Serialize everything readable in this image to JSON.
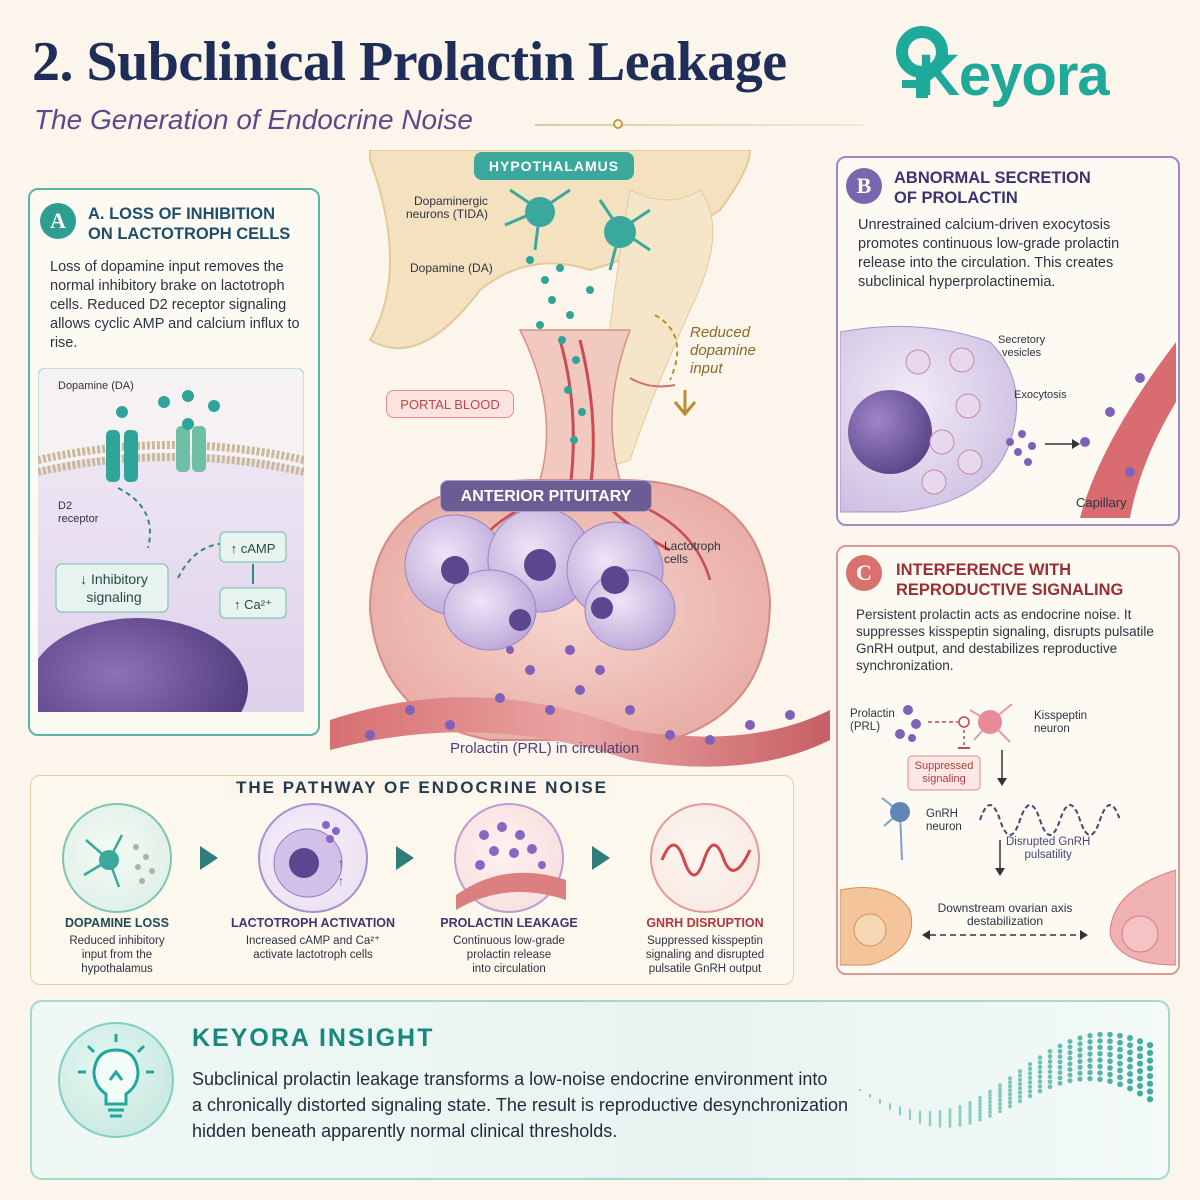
{
  "header": {
    "title": "2. Subclinical Prolactin Leakage",
    "subtitle": "The Generation of Endocrine Noise",
    "logo_text": "Keyora"
  },
  "panel_a": {
    "badge": "A",
    "title_line1": "A. LOSS OF INHIBITION",
    "title_line2": "ON LACTOTROPH CELLS",
    "text": "Loss of dopamine input removes the normal inhibitory brake on lactotroph cells. Reduced D2 receptor signaling allows cyclic AMP and calcium influx to rise.",
    "dopamine_label": "Dopamine (DA)",
    "receptor_label_1": "D2",
    "receptor_label_2": "receptor",
    "inhibitory_1": "↓ Inhibitory",
    "inhibitory_2": "signaling",
    "camp": "↑ cAMP",
    "ca": "↑ Ca²⁺"
  },
  "center": {
    "hypothalamus": "HYPOTHALAMUS",
    "neurons_1": "Dopaminergic",
    "neurons_2": "neurons (TIDA)",
    "dopamine": "Dopamine (DA)",
    "reduced_1": "Reduced",
    "reduced_2": "dopamine",
    "reduced_3": "input",
    "portal_blood": "PORTAL BLOOD",
    "anterior_pituitary": "ANTERIOR PITUITARY",
    "lactotroph_1": "Lactotroph",
    "lactotroph_2": "cells",
    "prolactin_circ": "Prolactin (PRL) in circulation"
  },
  "panel_b": {
    "badge": "B",
    "title_line1": "ABNORMAL SECRETION",
    "title_line2": "OF PROLACTIN",
    "text": "Unrestrained calcium-driven exocytosis promotes continuous low-grade prolactin release into the circulation. This creates subclinical hyperprolactinemia.",
    "vesicles_1": "Secretory",
    "vesicles_2": "vesicles",
    "exocytosis": "Exocytosis",
    "capillary": "Capillary"
  },
  "panel_c": {
    "badge": "C",
    "title_line1": "INTERFERENCE WITH",
    "title_line2": "REPRODUCTIVE SIGNALING",
    "text": "Persistent prolactin acts as endocrine noise. It suppresses kisspeptin signaling, disrupts pulsatile GnRH output, and destabilizes reproductive synchronization.",
    "prolactin_1": "Prolactin",
    "prolactin_2": "(PRL)",
    "kisspeptin_1": "Kisspeptin",
    "kisspeptin_2": "neuron",
    "suppressed_1": "Suppressed",
    "suppressed_2": "signaling",
    "gnrh_1": "GnRH",
    "gnrh_2": "neuron",
    "disrupted_1": "Disrupted GnRH",
    "disrupted_2": "pulsatility",
    "ovarian_1": "Downstream ovarian axis",
    "ovarian_2": "destabilization"
  },
  "pathway": {
    "title": "THE PATHWAY OF ENDOCRINE NOISE",
    "stages": [
      {
        "name": "DOPAMINE LOSS",
        "desc1": "Reduced inhibitory",
        "desc2": "input from the",
        "desc3": "hypothalamus"
      },
      {
        "name": "LACTOTROPH ACTIVATION",
        "desc1": "Increased cAMP and Ca²⁺",
        "desc2": "activate lactotroph cells",
        "desc3": ""
      },
      {
        "name": "PROLACTIN LEAKAGE",
        "desc1": "Continuous low-grade",
        "desc2": "prolactin release",
        "desc3": "into circulation"
      },
      {
        "name": "GNRH DISRUPTION",
        "desc1": "Suppressed kisspeptin",
        "desc2": "signaling and disrupted",
        "desc3": "pulsatile GnRH output"
      }
    ]
  },
  "insight": {
    "title": "KEYORA INSIGHT",
    "line1": "Subclinical prolactin leakage transforms a low-noise endocrine environment into",
    "line2": "a chronically distorted signaling state. The result is reproductive desynchronization",
    "line3": "hidden beneath apparently normal clinical thresholds."
  },
  "colors": {
    "teal": "#1fa99b",
    "navy": "#1f2e58",
    "purple": "#5a4a8a",
    "rose": "#c0464a"
  }
}
